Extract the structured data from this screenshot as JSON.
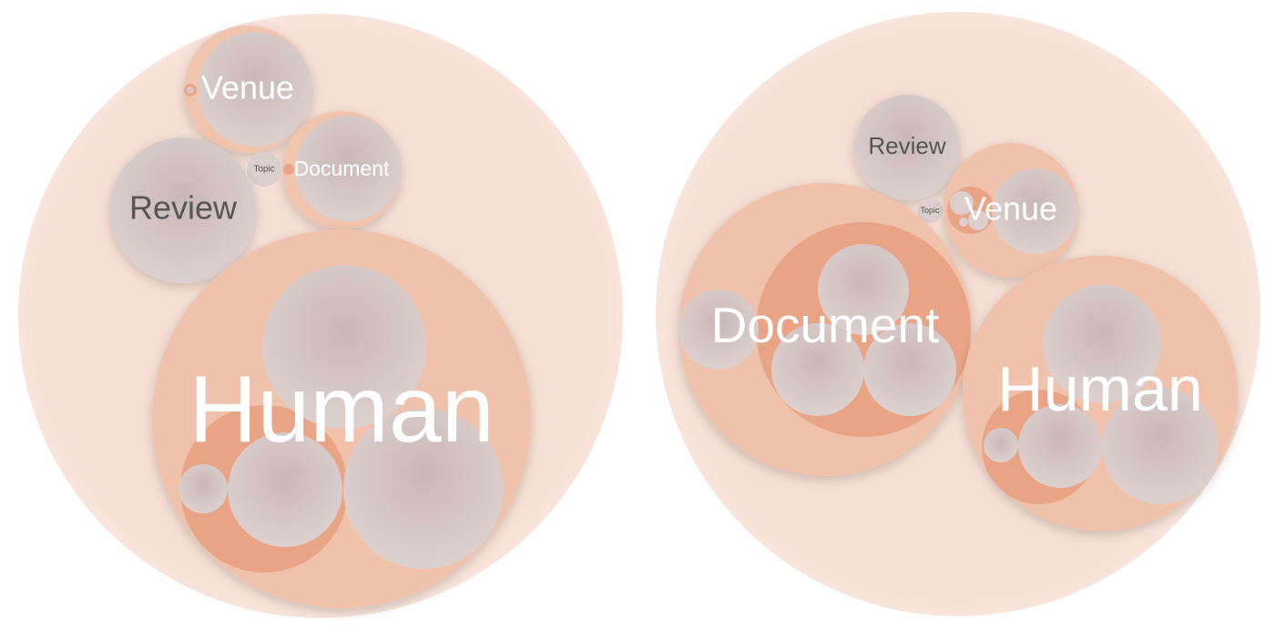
{
  "colors": {
    "background": "#ffffff",
    "outer": "#f6dfd4",
    "mid": "#f0c2ab",
    "deep": "#e9a486",
    "leaf": "#dccfcd",
    "leaf_shade": "#c8b7b6",
    "label_light": "#ffffff",
    "label_dark": "#555555"
  },
  "left": {
    "labels": {
      "human": "Human",
      "review": "Review",
      "venue": "Venue",
      "document": "Document",
      "topic": "Topic"
    }
  },
  "right": {
    "labels": {
      "human": "Human",
      "review": "Review",
      "venue": "Venue",
      "document": "Document",
      "topic": "Topic"
    }
  }
}
